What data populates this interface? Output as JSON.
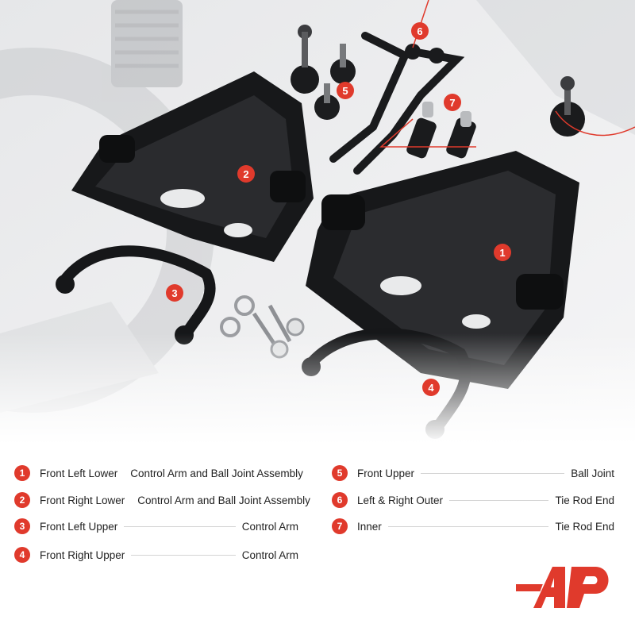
{
  "accent_color": "#e03a2c",
  "callouts": [
    "1",
    "2",
    "3",
    "4",
    "5",
    "6",
    "7"
  ],
  "legend": [
    {
      "num": "1",
      "part": "Front Left Lower",
      "desc": "Control Arm and Ball Joint Assembly"
    },
    {
      "num": "2",
      "part": "Front Right Lower",
      "desc": "Control Arm and Ball Joint Assembly"
    },
    {
      "num": "3",
      "part": "Front Left Upper",
      "desc": "Control Arm"
    },
    {
      "num": "4",
      "part": "Front Right Upper",
      "desc": "Control Arm"
    },
    {
      "num": "5",
      "part": "Front Upper",
      "desc": "Ball Joint"
    },
    {
      "num": "6",
      "part": "Left & Right Outer",
      "desc": "Tie Rod End"
    },
    {
      "num": "7",
      "part": "Inner",
      "desc": "Tie Rod End"
    }
  ],
  "logo_icon": "brand-logo-icon"
}
